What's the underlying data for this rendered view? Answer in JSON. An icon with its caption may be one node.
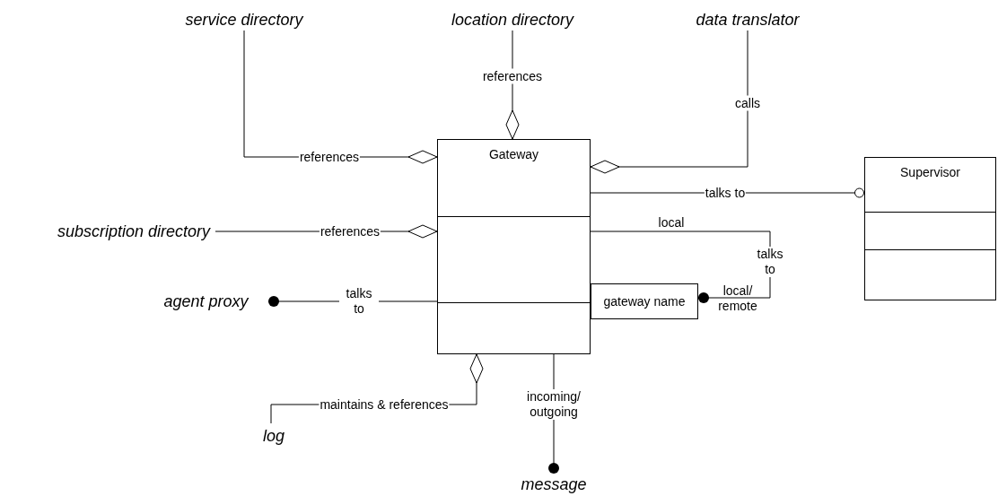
{
  "diagram": {
    "nodes": [
      {
        "text": [
          "Gateway"
        ]
      },
      {
        "text": [
          "Supervisor"
        ]
      },
      {
        "text": [
          "service directory"
        ]
      },
      {
        "text": [
          "location directory"
        ]
      },
      {
        "text": [
          "data translator"
        ]
      },
      {
        "text": [
          "subscription directory"
        ]
      },
      {
        "text": [
          "agent proxy"
        ]
      },
      {
        "text": [
          "log"
        ]
      },
      {
        "text": [
          "message"
        ]
      },
      {
        "text": [
          "gateway name"
        ]
      }
    ],
    "edges": [
      {
        "from": 2,
        "to": 0,
        "arrow": "other",
        "label": "references"
      },
      {
        "from": 3,
        "to": 0,
        "arrow": "other",
        "label": "references"
      },
      {
        "from": 4,
        "to": 0,
        "arrow": "other",
        "label": "calls"
      },
      {
        "from": 0,
        "to": 1,
        "arrow": "other",
        "label": "talks to"
      },
      {
        "from": 5,
        "to": 0,
        "arrow": "other",
        "label": "references"
      },
      {
        "from": 6,
        "to": 0,
        "arrow": "other",
        "label": "talks to"
      },
      {
        "from": 0,
        "to": 9,
        "arrow": "other",
        "label": "talks to"
      },
      {
        "from": 7,
        "to": 0,
        "arrow": "other",
        "label": "maintains & references"
      },
      {
        "from": 8,
        "to": 0,
        "arrow": "other",
        "label": "incoming/ outgoing"
      }
    ],
    "labels": [
      "local",
      "local/ remote"
    ]
  }
}
